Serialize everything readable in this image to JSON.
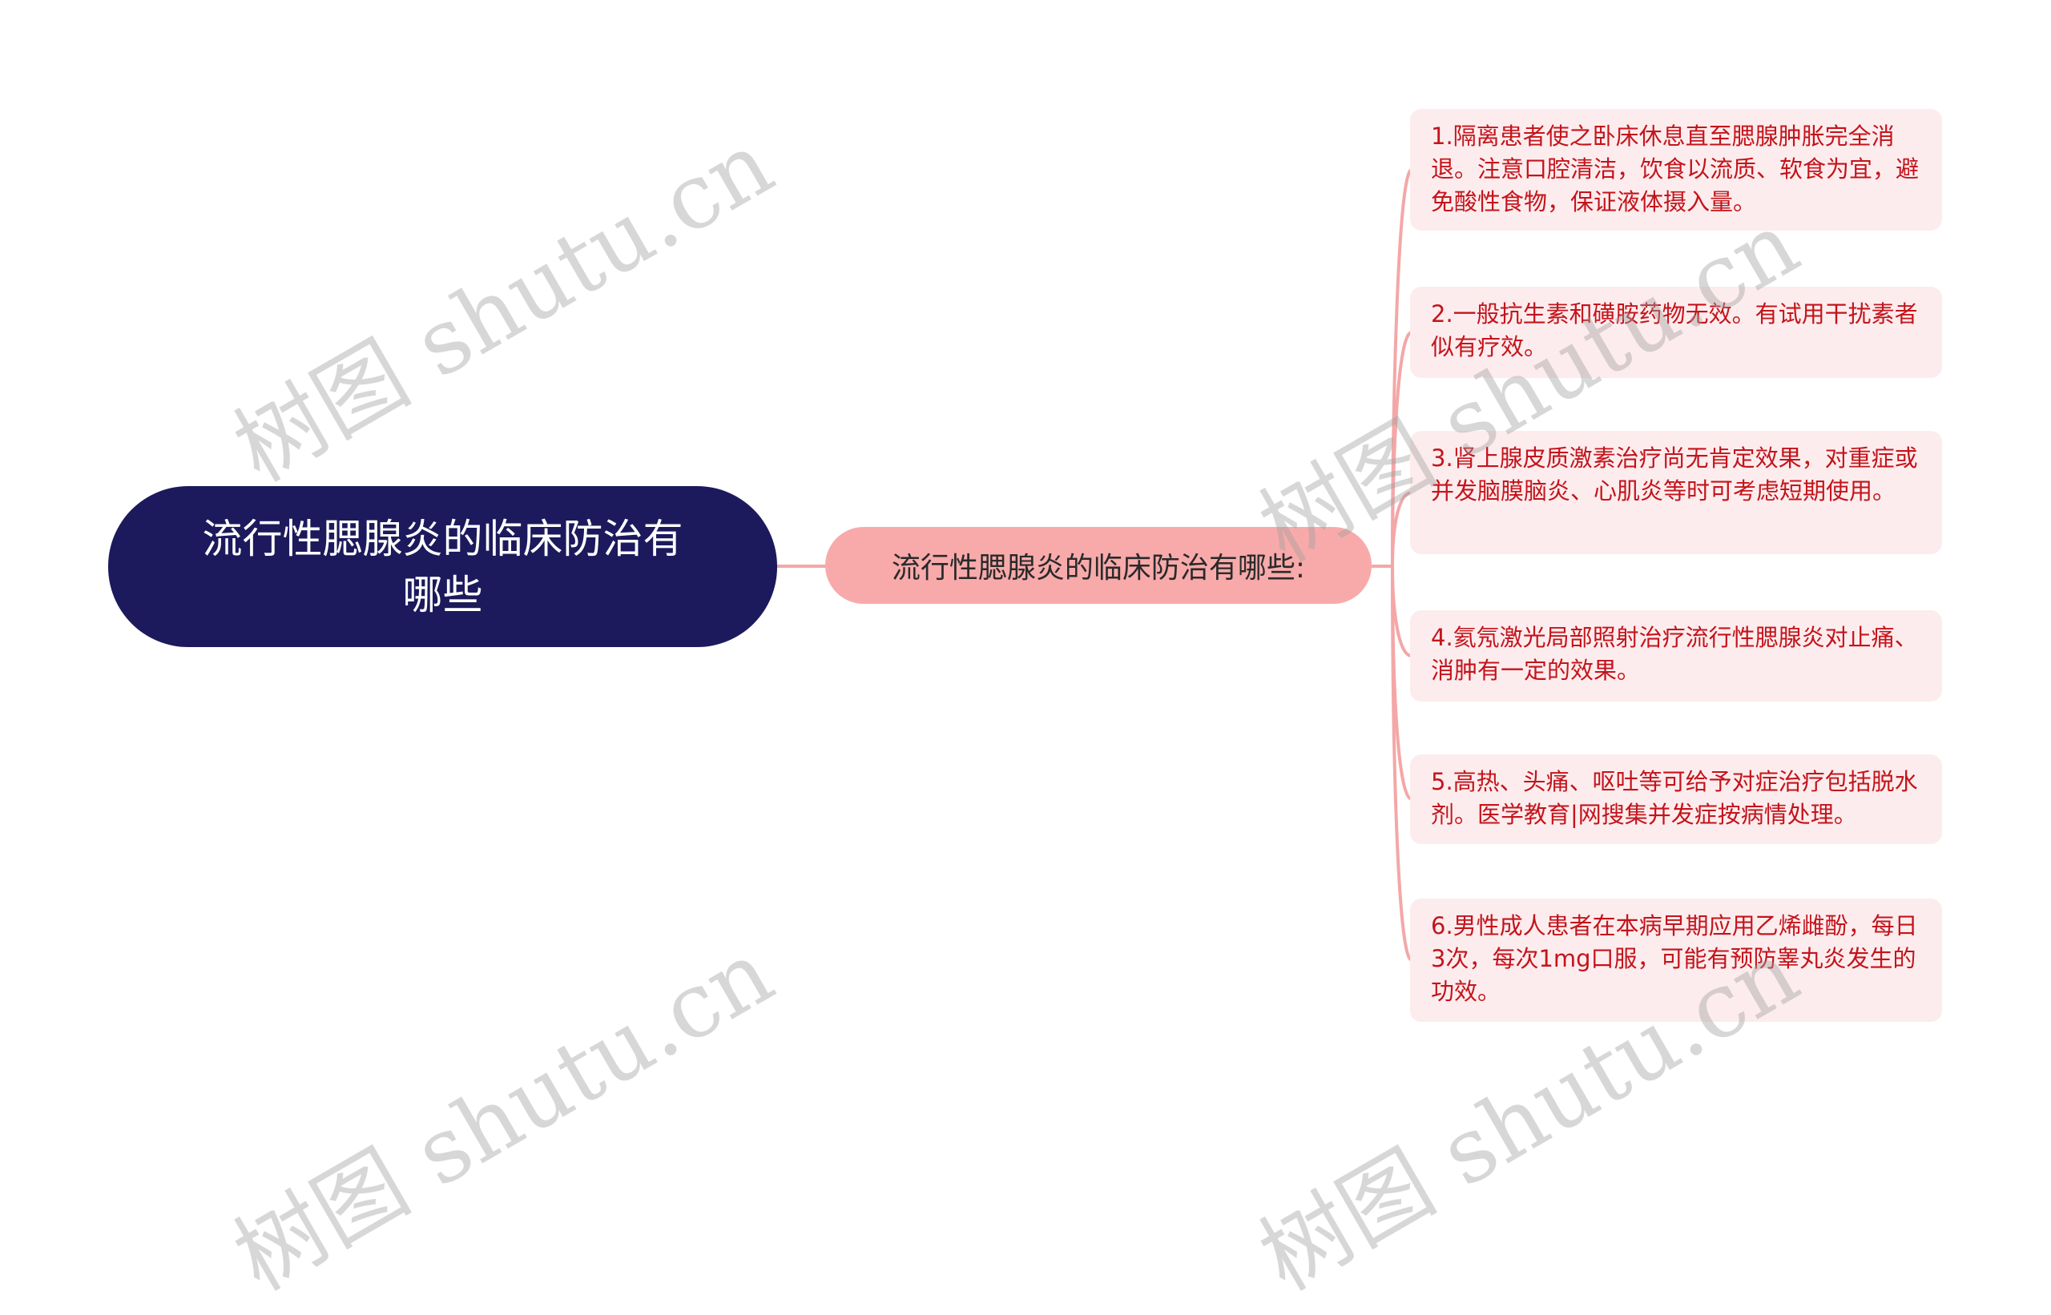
{
  "mindmap": {
    "root": {
      "label": "流行性腮腺炎的临床防治有哪些",
      "bg_color": "#1c1a5c",
      "text_color": "#ffffff"
    },
    "branch": {
      "label": "流行性腮腺炎的临床防治有哪些:",
      "bg_color": "#f8aaaa",
      "text_color": "#2a2a2a"
    },
    "leaves": [
      {
        "label": "1.隔离患者使之卧床休息直至腮腺肿胀完全消退。注意口腔清洁，饮食以流质、软食为宜，避免酸性食物，保证液体摄入量。"
      },
      {
        "label": "2.一般抗生素和磺胺药物无效。有试用干扰素者似有疗效。"
      },
      {
        "label": "3.肾上腺皮质激素治疗尚无肯定效果，对重症或并发脑膜脑炎、心肌炎等时可考虑短期使用。"
      },
      {
        "label": "4.氦氖激光局部照射治疗流行性腮腺炎对止痛、消肿有一定的效果。"
      },
      {
        "label": "5.高热、头痛、呕吐等可给予对症治疗包括脱水剂。医学教育|网搜集并发症按病情处理。"
      },
      {
        "label": "6.男性成人患者在本病早期应用乙烯雌酚，每日3次，每次1mg口服，可能有预防睾丸炎发生的功效。"
      }
    ],
    "leaf_bg_color": "#fdeced",
    "leaf_text_color": "#c3141c",
    "connector_color": "#f4a7a7"
  },
  "watermarks": [
    {
      "text": "树图 shutu.cn"
    },
    {
      "text": "树图 shutu.cn"
    },
    {
      "text": "树图 shutu.cn"
    },
    {
      "text": "树图 shutu.cn"
    }
  ]
}
